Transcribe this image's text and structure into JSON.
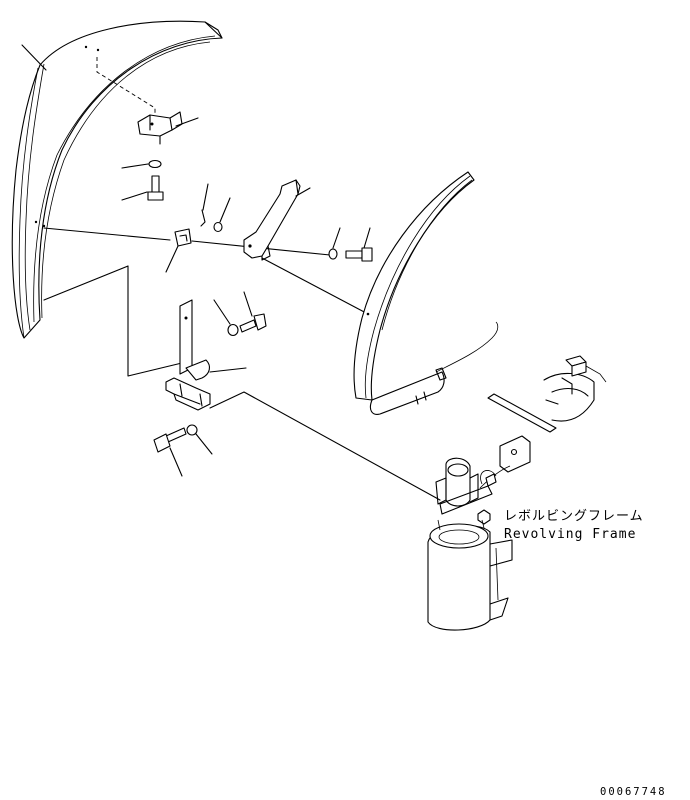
{
  "labels": {
    "frame_jp": "レボルビングフレーム",
    "frame_en": "Revolving Frame"
  },
  "part_number": "00067748"
}
